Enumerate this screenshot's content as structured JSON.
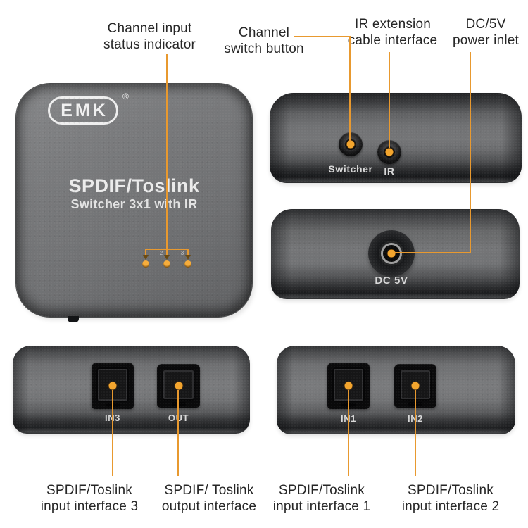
{
  "colors": {
    "background": "#ffffff",
    "callout_line": "#E8992F",
    "callout_dot": "#F3A52E",
    "label_text": "#262626"
  },
  "annotations": {
    "channel_input_status": {
      "line1": "Channel input",
      "line2": "status indicator"
    },
    "channel_switch": {
      "line1": "Channel",
      "line2": "switch button"
    },
    "ir_extension": {
      "line1": "IR extension",
      "line2": "cable interface"
    },
    "dc_power": {
      "line1": "DC/5V",
      "line2": "power inlet"
    },
    "spdif_in3": {
      "line1": "SPDIF/Toslink",
      "line2": "input interface 3"
    },
    "spdif_out": {
      "line1": "SPDIF/ Toslink",
      "line2": "output interface"
    },
    "spdif_in1": {
      "line1": "SPDIF/Toslink",
      "line2": "input interface 1"
    },
    "spdif_in2": {
      "line1": "SPDIF/Toslink",
      "line2": "input interface 2"
    }
  },
  "front_view": {
    "brand": "EMK",
    "registered_mark": "®",
    "title": "SPDIF/Toslink",
    "subtitle": "Switcher 3x1 with IR",
    "led_digit_2": "2",
    "led_digit_3": "3"
  },
  "top_view": {
    "switcher_button_label": "Switcher",
    "ir_button_label": "IR"
  },
  "back_view": {
    "dc_port_label": "DC 5V"
  },
  "bottom_left_view": {
    "port_in3_label": "IN3",
    "port_out_label": "OUT"
  },
  "bottom_right_view": {
    "port_in1_label": "IN1",
    "port_in2_label": "IN2"
  }
}
